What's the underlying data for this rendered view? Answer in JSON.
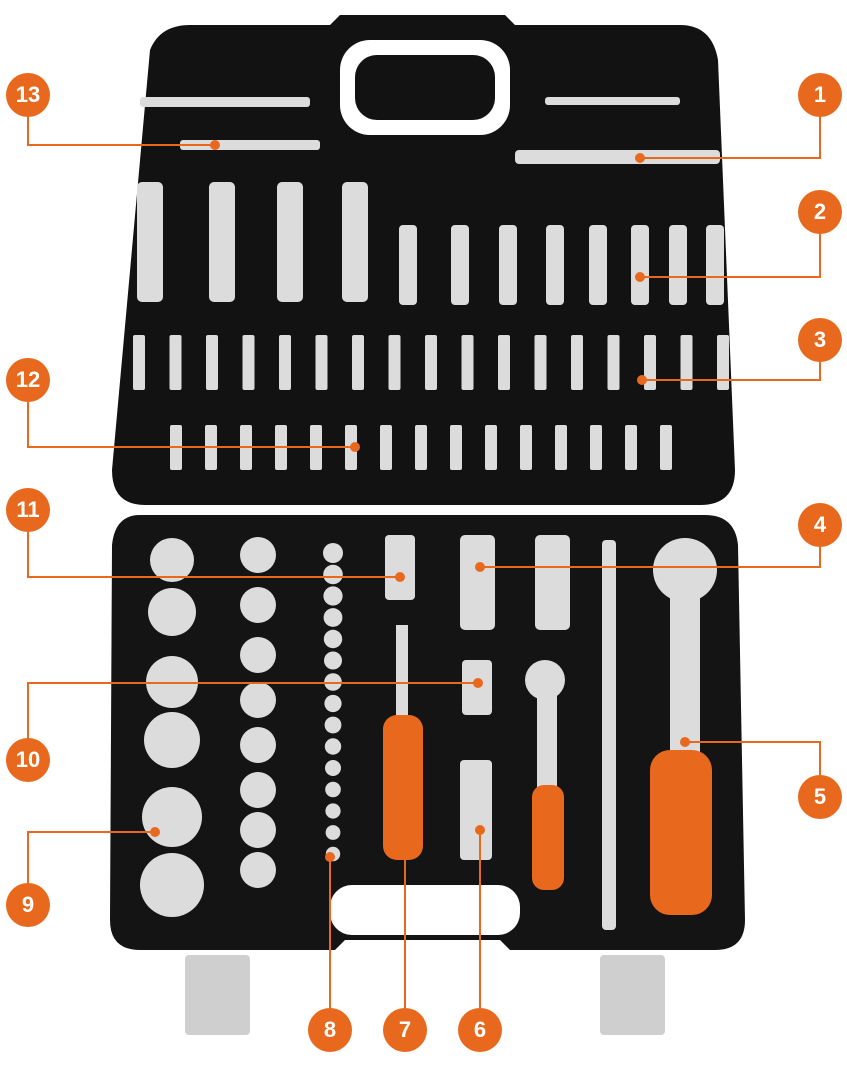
{
  "colors": {
    "accent": "#e8691e",
    "case": "#111111",
    "chrome": "#d9d9d9"
  },
  "callouts": [
    {
      "number": "1"
    },
    {
      "number": "2"
    },
    {
      "number": "3"
    },
    {
      "number": "4"
    },
    {
      "number": "5"
    },
    {
      "number": "6"
    },
    {
      "number": "7"
    },
    {
      "number": "8"
    },
    {
      "number": "9"
    },
    {
      "number": "10"
    },
    {
      "number": "11"
    },
    {
      "number": "12"
    },
    {
      "number": "13"
    }
  ]
}
